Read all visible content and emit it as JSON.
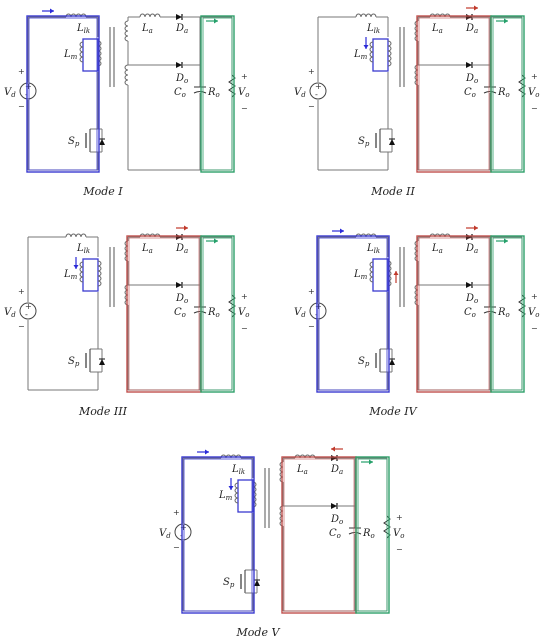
{
  "colors": {
    "wire": "#777777",
    "primary_current": "#3a3ad0",
    "secondary_current": "#c0504d",
    "output_current": "#2ea06a",
    "arrow_red": "#c0392b",
    "arrow_blue": "#2a2ad8",
    "arrow_green": "#25a06a"
  },
  "labels": {
    "Lk_main": "L",
    "Lk_sub": "lk",
    "Lm_main": "L",
    "Lm_sub": "m",
    "La_main": "L",
    "La_sub": "a",
    "Da_main": "D",
    "Da_sub": "a",
    "Do_main": "D",
    "Do_sub": "o",
    "Co_main": "C",
    "Co_sub": "o",
    "Ro_main": "R",
    "Ro_sub": "o",
    "Vd_main": "V",
    "Vd_sub": "d",
    "Vo_main": "V",
    "Vo_sub": "o",
    "Sp_main": "S",
    "Sp_sub": "p",
    "plus": "+",
    "minus": "−"
  },
  "modes": [
    {
      "caption": "Mode I",
      "primary": true,
      "secondary": false,
      "lm_loop": true,
      "output": true,
      "arrow_prim": "right",
      "arrow_lm": "none",
      "arrow_sec": "none"
    },
    {
      "caption": "Mode II",
      "primary": false,
      "secondary": true,
      "lm_loop": true,
      "output": true,
      "arrow_prim": "none",
      "arrow_lm": "down",
      "arrow_sec": "right"
    },
    {
      "caption": "Mode III",
      "primary": false,
      "secondary": true,
      "lm_loop": true,
      "output": true,
      "arrow_prim": "none",
      "arrow_lm": "down",
      "arrow_sec": "right"
    },
    {
      "caption": "Mode IV",
      "primary": true,
      "secondary": true,
      "lm_loop": true,
      "output": true,
      "arrow_prim": "right",
      "arrow_lm": "up",
      "arrow_sec": "right"
    },
    {
      "caption": "Mode V",
      "primary": true,
      "secondary": true,
      "lm_loop": true,
      "output": true,
      "arrow_prim": "right",
      "arrow_lm": "down",
      "arrow_sec": "left"
    }
  ]
}
